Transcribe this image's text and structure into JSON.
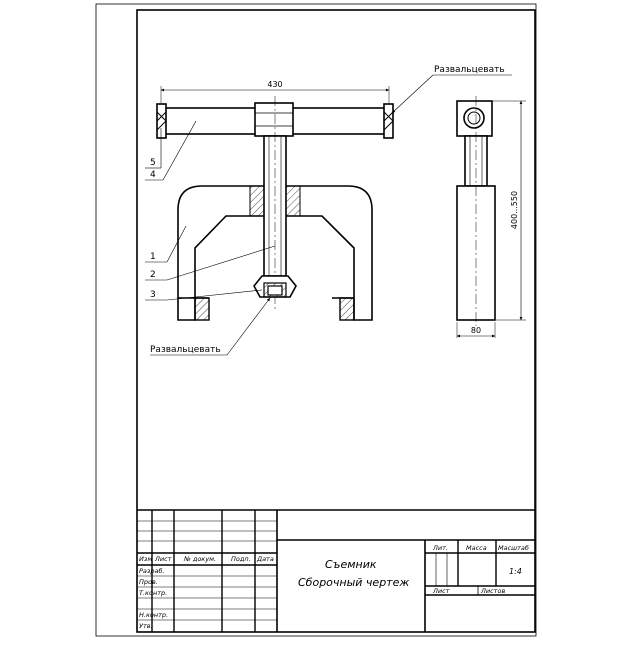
{
  "dimensions": {
    "width_overall": "430",
    "height_total": "400...550",
    "width_side": "80"
  },
  "notes": {
    "top": "Развальцевать",
    "bottom": "Развальцевать"
  },
  "positions": {
    "p1": "1",
    "p2": "2",
    "p3": "3",
    "p4": "4",
    "p5": "5"
  },
  "title_block": {
    "name_line1": "Съемник",
    "name_line2": "Сборочный чертеж",
    "header_izm": "Изм",
    "header_list": "Лист",
    "header_doc": "№ докум.",
    "header_podp": "Подп.",
    "header_data": "Дата",
    "razrab": "Разраб.",
    "prov": "Пров.",
    "tkontr": "Т.контр.",
    "nkontr": "Н.контр.",
    "utv": "Утв.",
    "lit": "Лит.",
    "massa": "Масса",
    "masshtab": "Масштаб",
    "scale": "1:4",
    "list": "Лист",
    "listov": "Листов"
  }
}
